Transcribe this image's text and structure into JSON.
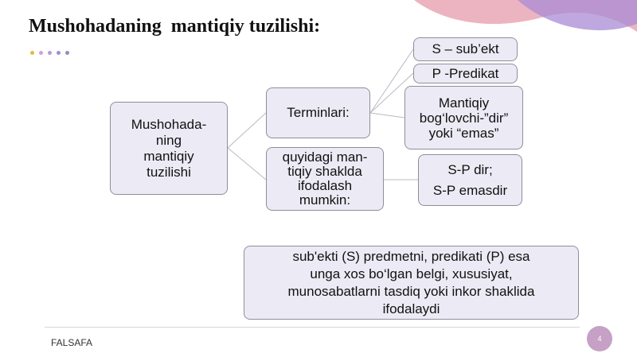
{
  "slide": {
    "title": "Mushohadaning  mantiqiy tuzilishi:",
    "footer": "FALSAFA",
    "page_number": "4"
  },
  "colors": {
    "dots": [
      "#e8b740",
      "#d4a0d0",
      "#b59ad8",
      "#9b8fd0",
      "#8f8fb8"
    ],
    "box_fill": "#ecebf5",
    "box_border": "#8e8e9c",
    "connector": "#b9b9c4",
    "decoration_pink": "#e9a7b5",
    "decoration_purple": "#a98bd4"
  },
  "diagram": {
    "root": "Mushohada-\nning\nmantiqiy\ntuzilishi",
    "terms": "Terminlari:",
    "forms": "quyidagi man-\ntiqiy shaklda\nifodalash\nmumkin:",
    "subject": "S – sub’ekt",
    "predicate": "P -Predikat",
    "connective": "Mantiqiy\nbog‘lovchi-”dir”\nyoki “emas”",
    "formulas": "S-P dir;\nS-P emasdir",
    "note": "sub'ekti (S) predmetni, predikati (P) esa\nunga xos bo‘lgan belgi, xususiyat,\nmunosabatlarni tasdiq yoki inkor shaklida\nifodalaydi"
  }
}
